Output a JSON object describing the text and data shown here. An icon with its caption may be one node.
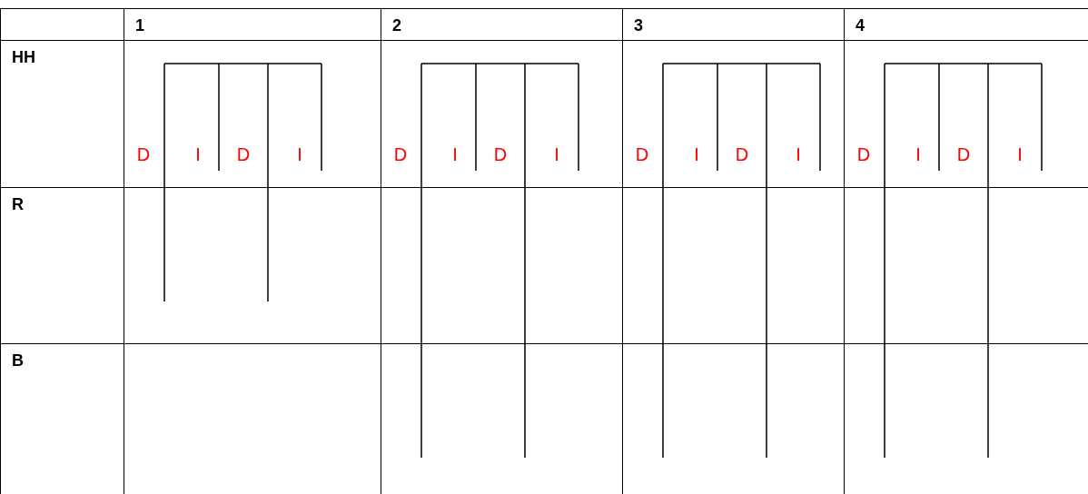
{
  "diagram": {
    "labels": [
      "1",
      "2",
      "3",
      "4",
      "HH",
      "D",
      "I",
      "D",
      "I",
      "D",
      "I",
      "D",
      "I",
      "D",
      "I",
      "D",
      "I",
      "D",
      "I",
      "D",
      "I",
      "R",
      "B"
    ]
  }
}
